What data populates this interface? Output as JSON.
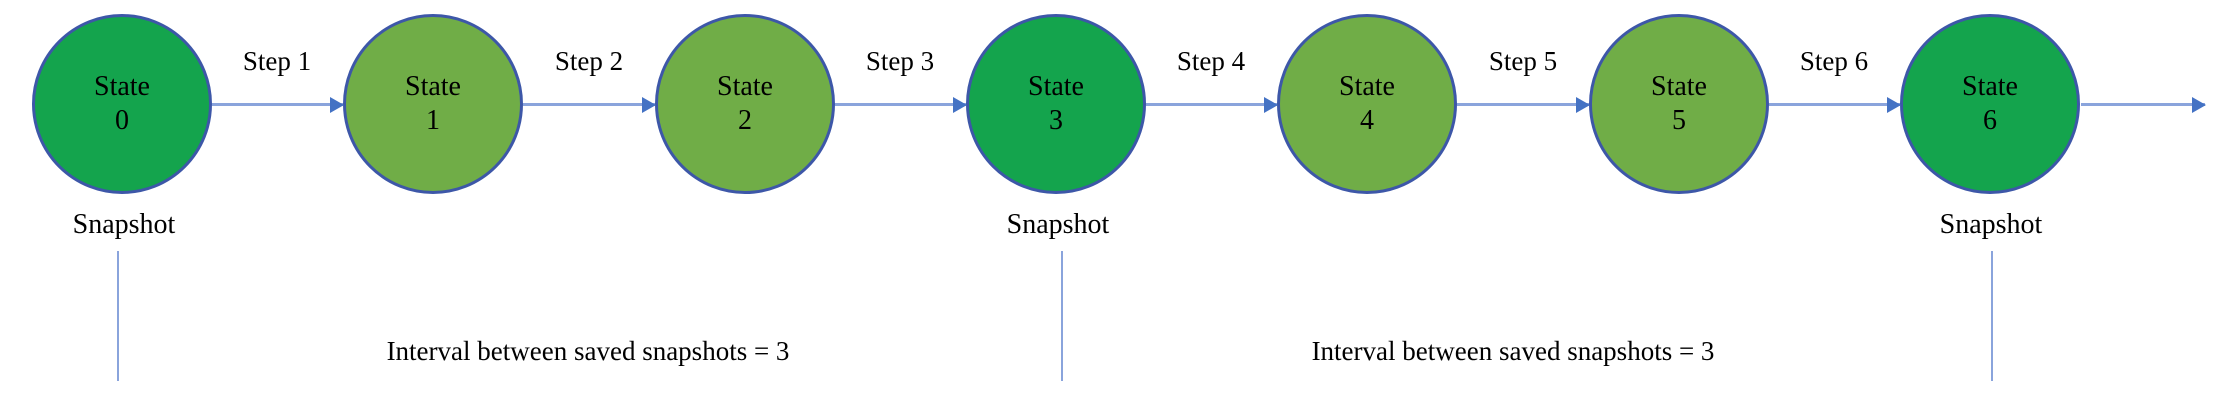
{
  "diagram": {
    "states": [
      {
        "title": "State",
        "number": "0",
        "kind": "snapshot"
      },
      {
        "title": "State",
        "number": "1",
        "kind": "intermediate"
      },
      {
        "title": "State",
        "number": "2",
        "kind": "intermediate"
      },
      {
        "title": "State",
        "number": "3",
        "kind": "snapshot"
      },
      {
        "title": "State",
        "number": "4",
        "kind": "intermediate"
      },
      {
        "title": "State",
        "number": "5",
        "kind": "intermediate"
      },
      {
        "title": "State",
        "number": "6",
        "kind": "snapshot"
      }
    ],
    "steps": [
      {
        "label": "Step 1"
      },
      {
        "label": "Step 2"
      },
      {
        "label": "Step 3"
      },
      {
        "label": "Step 4"
      },
      {
        "label": "Step 5"
      },
      {
        "label": "Step 6"
      }
    ],
    "snapshots": [
      {
        "label": "Snapshot"
      },
      {
        "label": "Snapshot"
      },
      {
        "label": "Snapshot"
      }
    ],
    "interval_labels": [
      {
        "text": "Interval between saved snapshots = 3"
      },
      {
        "text": "Interval between saved snapshots = 3"
      }
    ],
    "colors": {
      "snapshot_state_fill": "#14A44D",
      "intermediate_state_fill": "#70AD47",
      "state_border": "#3D57A8",
      "connector_line": "#8AA4DC",
      "arrowhead": "#4472C4",
      "snapshot_marker_line": "#8AA4DC",
      "text": "#000000"
    }
  }
}
